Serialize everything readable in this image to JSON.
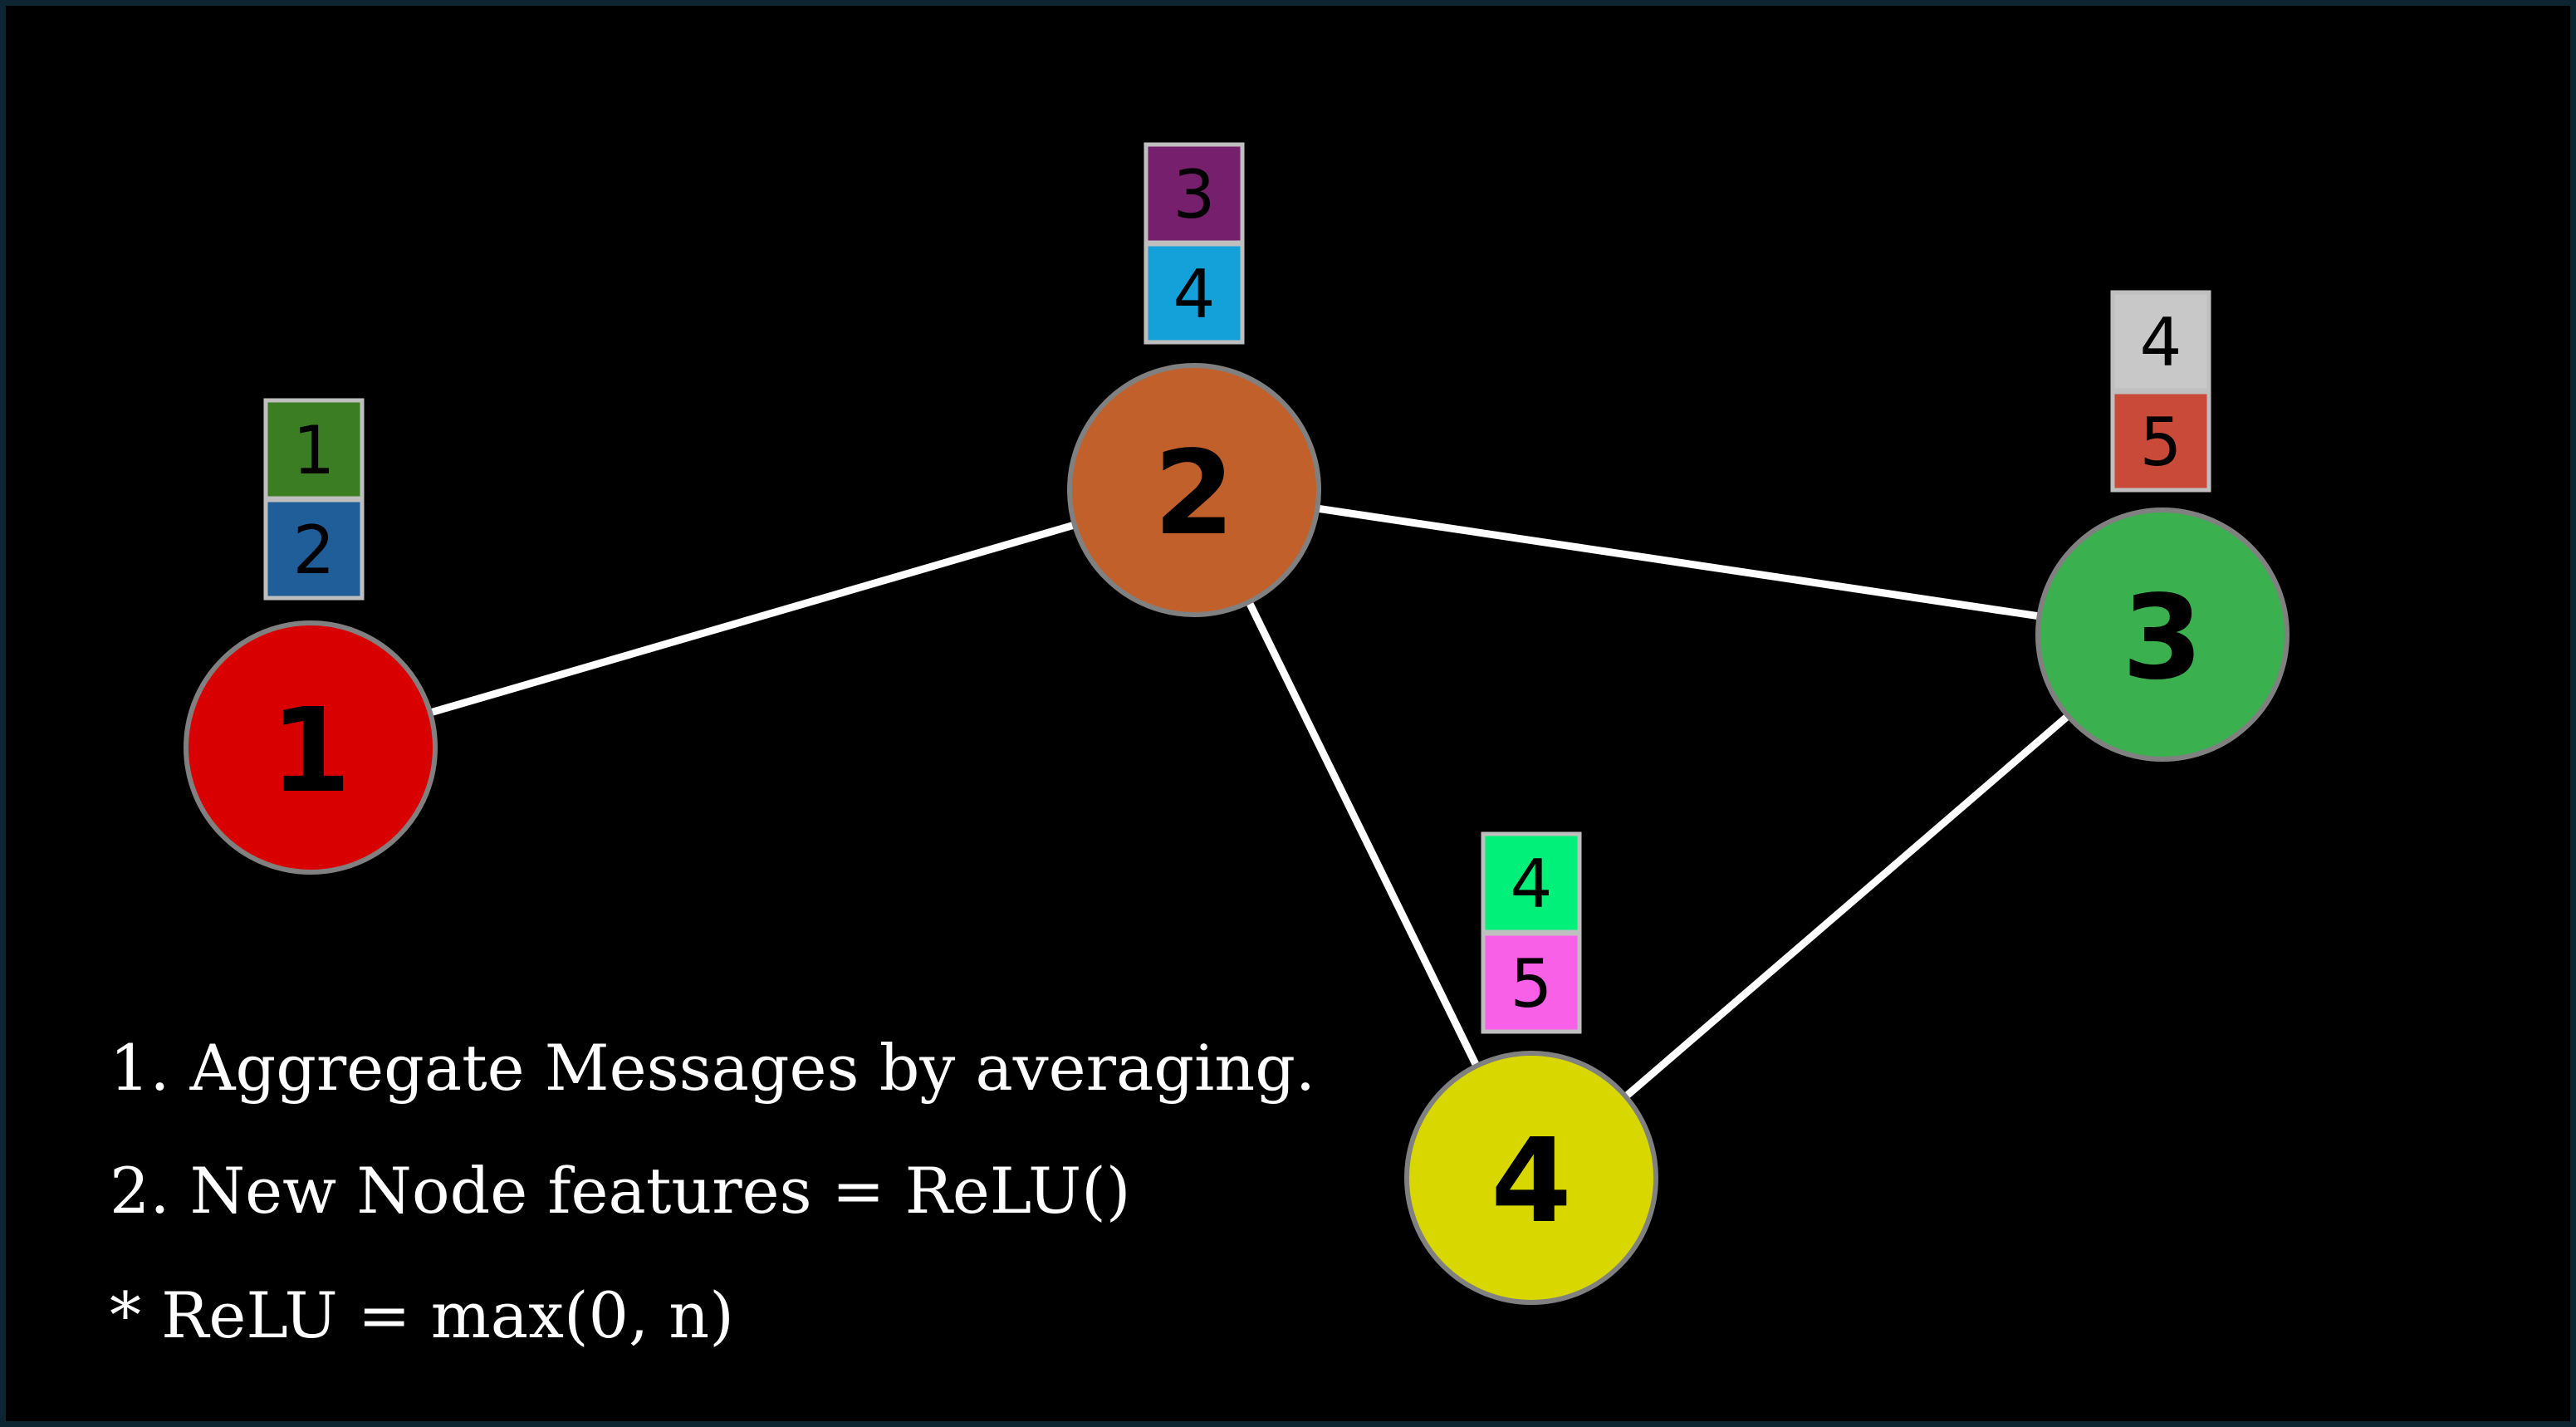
{
  "graph": {
    "nodes": [
      {
        "id": "1",
        "label": "1",
        "color": "#d80000",
        "features": [
          {
            "value": "1",
            "color": "#3a7d23"
          },
          {
            "value": "2",
            "color": "#1f5e99"
          }
        ]
      },
      {
        "id": "2",
        "label": "2",
        "color": "#c1602a",
        "features": [
          {
            "value": "3",
            "color": "#761f6c"
          },
          {
            "value": "4",
            "color": "#14a0d8"
          }
        ]
      },
      {
        "id": "3",
        "label": "3",
        "color": "#3bb04f",
        "features": [
          {
            "value": "4",
            "color": "#c8c8c8"
          },
          {
            "value": "5",
            "color": "#c94a38"
          }
        ]
      },
      {
        "id": "4",
        "label": "4",
        "color": "#d8d800",
        "features": [
          {
            "value": "4",
            "color": "#00f07a"
          },
          {
            "value": "5",
            "color": "#f860e8"
          }
        ]
      }
    ],
    "edges": [
      [
        "1",
        "2"
      ],
      [
        "2",
        "3"
      ],
      [
        "2",
        "4"
      ],
      [
        "3",
        "4"
      ]
    ]
  },
  "notes": {
    "line1": "1. Aggregate Messages by averaging.",
    "line2": "2. New Node features = ReLU()",
    "line3": "* ReLU = max(0, n)"
  },
  "colors": {
    "background": "#000000",
    "border": "#0d2530",
    "edge": "#ffffff",
    "node_outline": "#808080",
    "feature_box_outline": "#bfbfbf"
  }
}
